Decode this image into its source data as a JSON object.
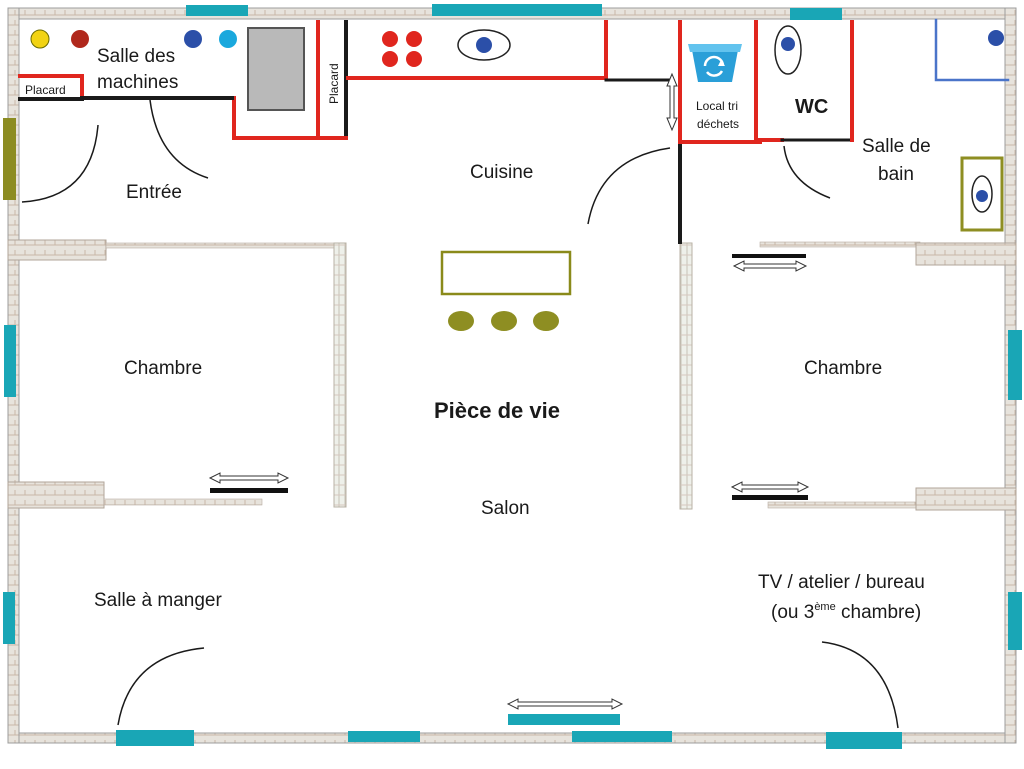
{
  "labels": {
    "salle_machines_1": "Salle des",
    "salle_machines_2": "machines",
    "placard_left": "Placard",
    "placard_vertical": "Placard",
    "entree": "Entrée",
    "cuisine": "Cuisine",
    "local_tri_1": "Local tri",
    "local_tri_2": "déchets",
    "wc": "WC",
    "salle_bain_1": "Salle de",
    "salle_bain_2": "bain",
    "chambre_left": "Chambre",
    "chambre_right": "Chambre",
    "piece_de_vie": "Pièce de vie",
    "salon": "Salon",
    "salle_a_manger": "Salle à manger",
    "tv_1": "TV / atelier / bureau",
    "tv_2_a": "(ou 3",
    "tv_2_sup": "ème",
    "tv_2_b": " chambre)"
  },
  "icons": {
    "recycle_bin": "recycle-bin-icon"
  },
  "colors": {
    "wall_red": "#e0261e",
    "wall_black": "#1a1a1a",
    "window_teal": "#19a6b6",
    "island_olive": "#8a8a1a",
    "stool_olive": "#8e8e22",
    "blue_fixture": "#2b4fa8",
    "bathroom_blue_wall": "#4a74c9",
    "recycle_blue": "#2a9fd8"
  }
}
